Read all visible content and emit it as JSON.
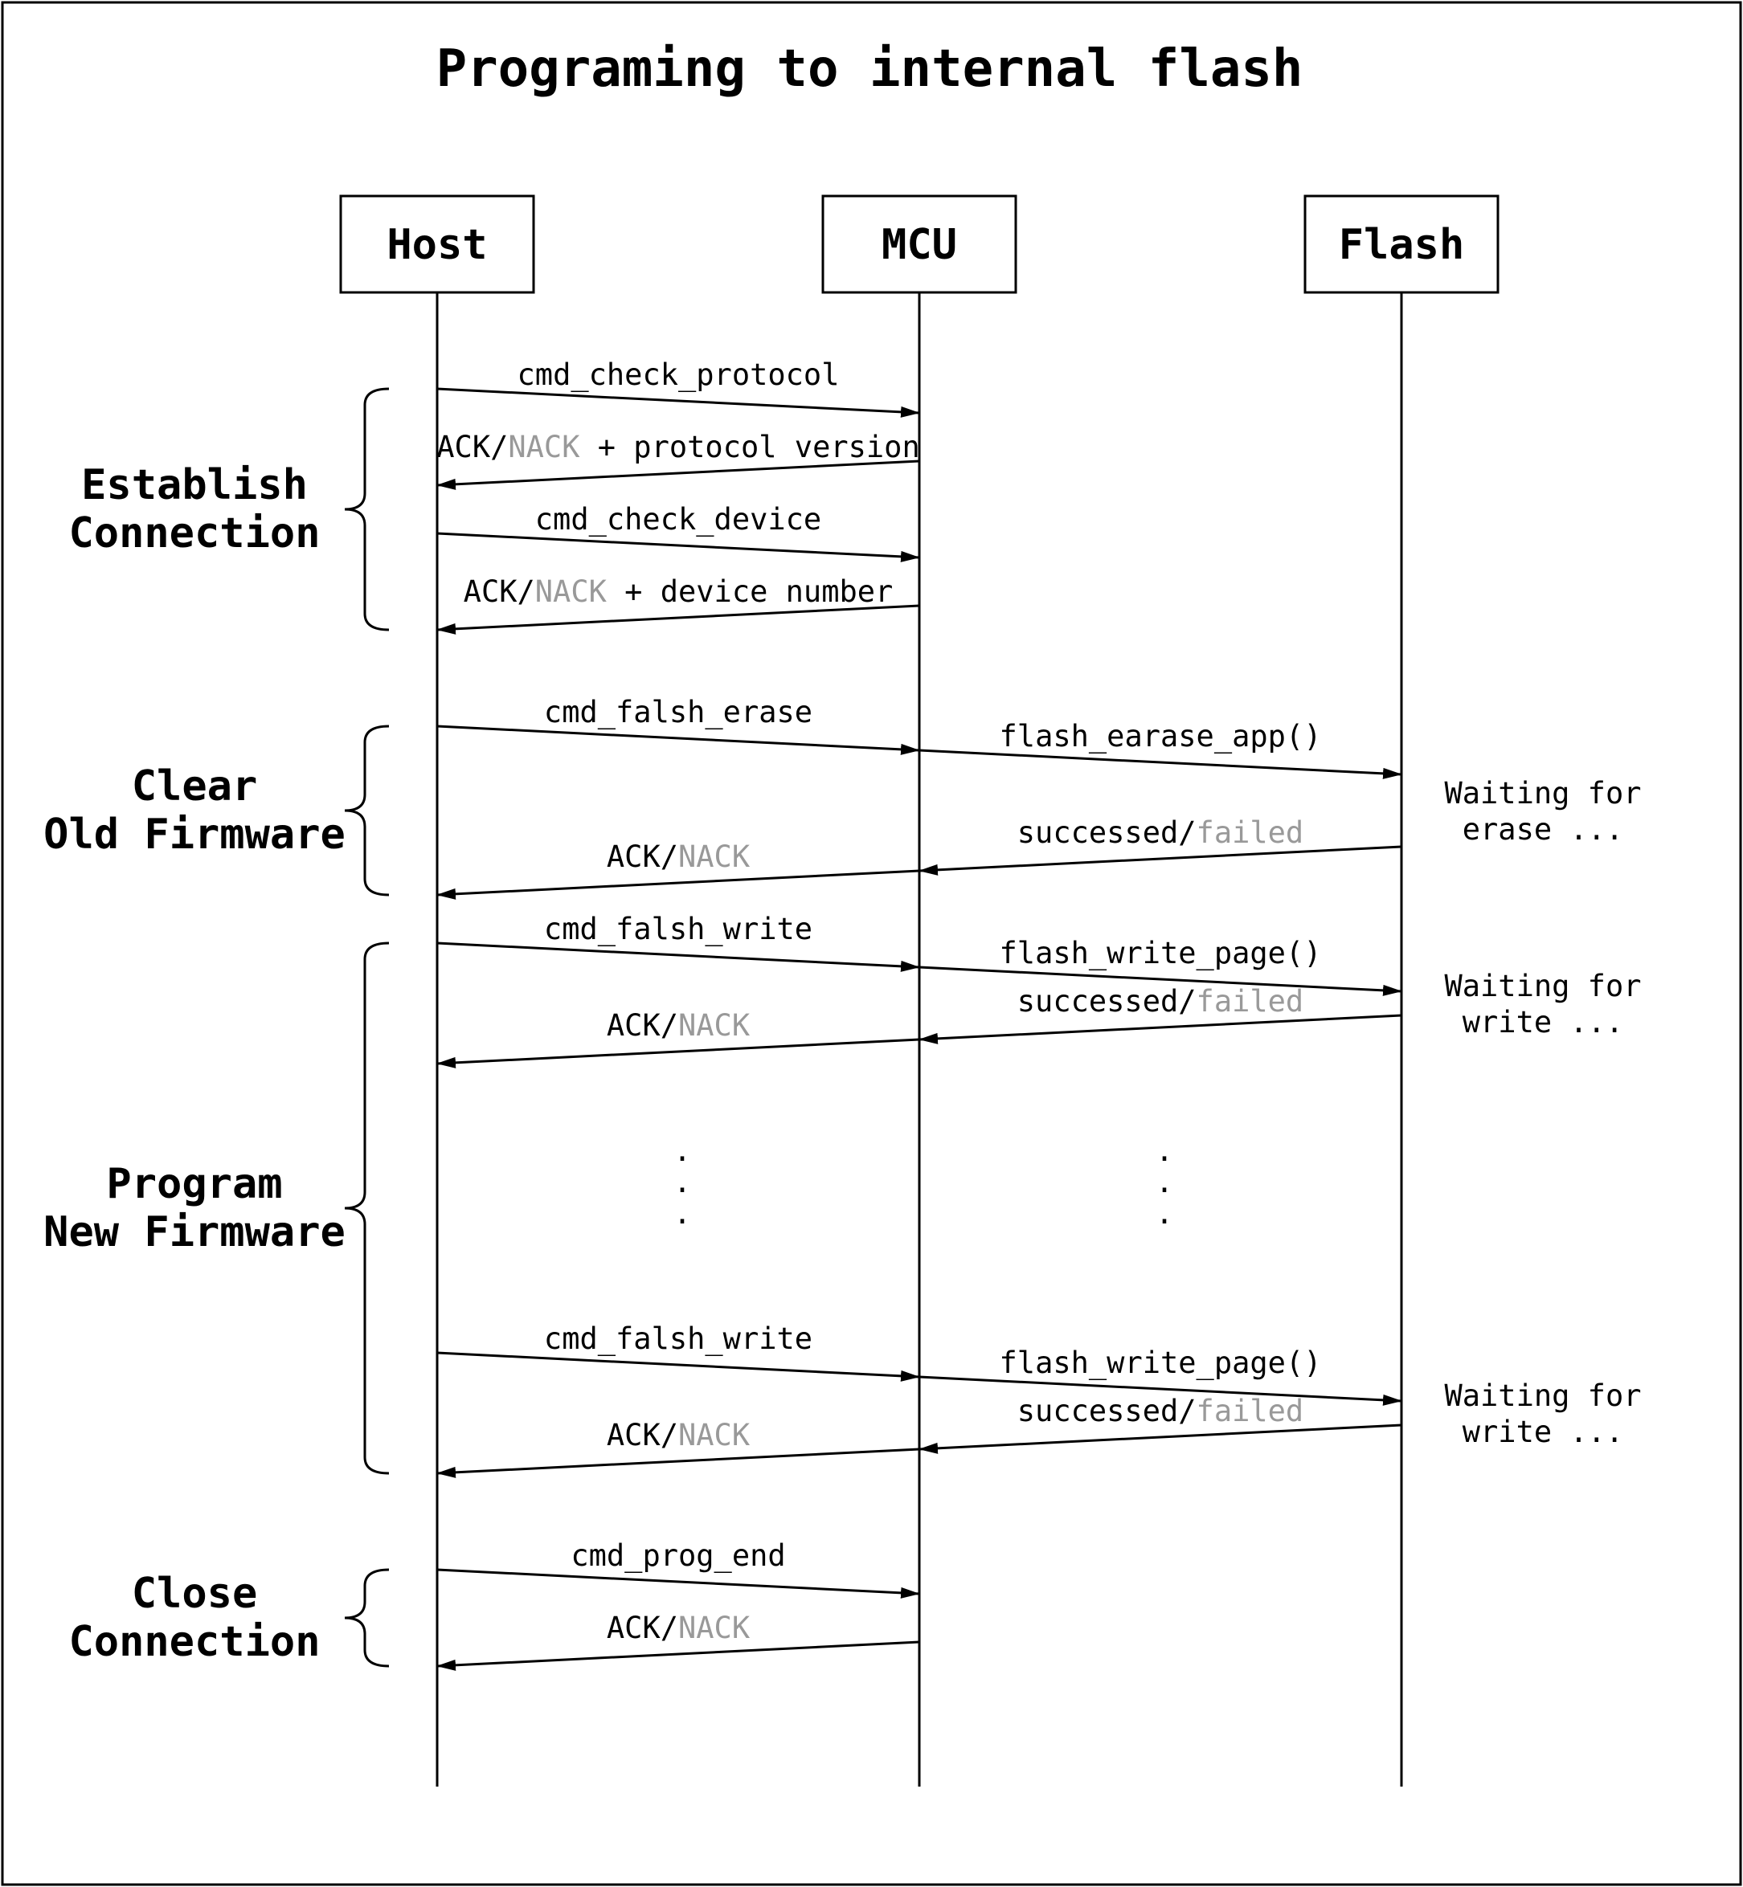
{
  "title": "Programing to internal flash",
  "actors": [
    {
      "id": "host",
      "label": "Host"
    },
    {
      "id": "mcu",
      "label": "MCU"
    },
    {
      "id": "flash",
      "label": "Flash"
    }
  ],
  "phases": [
    {
      "id": "establish",
      "lines": [
        "Establish",
        "Connection"
      ]
    },
    {
      "id": "clear",
      "lines": [
        "Clear",
        "Old Firmware"
      ]
    },
    {
      "id": "program",
      "lines": [
        "Program",
        "New Firmware"
      ]
    },
    {
      "id": "close",
      "lines": [
        "Close",
        "Connection"
      ]
    }
  ],
  "messages": [
    {
      "from": "host",
      "to": "mcu",
      "parts": [
        {
          "text": "cmd_check_protocol"
        }
      ]
    },
    {
      "from": "mcu",
      "to": "host",
      "parts": [
        {
          "text": "ACK/"
        },
        {
          "text": "NACK",
          "muted": true
        },
        {
          "text": " + protocol version"
        }
      ]
    },
    {
      "from": "host",
      "to": "mcu",
      "parts": [
        {
          "text": "cmd_check_device"
        }
      ]
    },
    {
      "from": "mcu",
      "to": "host",
      "parts": [
        {
          "text": "ACK/"
        },
        {
          "text": "NACK",
          "muted": true
        },
        {
          "text": " + device number"
        }
      ]
    },
    {
      "from": "host",
      "to": "mcu",
      "parts": [
        {
          "text": "cmd_falsh_erase"
        }
      ]
    },
    {
      "from": "mcu",
      "to": "flash",
      "parts": [
        {
          "text": "flash_earase_app()"
        }
      ]
    },
    {
      "from": "flash",
      "to": "mcu",
      "parts": [
        {
          "text": "successed/"
        },
        {
          "text": "failed",
          "muted": true
        }
      ]
    },
    {
      "from": "mcu",
      "to": "host",
      "parts": [
        {
          "text": "ACK/"
        },
        {
          "text": "NACK",
          "muted": true
        }
      ]
    },
    {
      "from": "host",
      "to": "mcu",
      "parts": [
        {
          "text": "cmd_falsh_write"
        }
      ]
    },
    {
      "from": "mcu",
      "to": "flash",
      "parts": [
        {
          "text": "flash_write_page()"
        }
      ]
    },
    {
      "from": "flash",
      "to": "mcu",
      "parts": [
        {
          "text": "successed/"
        },
        {
          "text": "failed",
          "muted": true
        }
      ]
    },
    {
      "from": "mcu",
      "to": "host",
      "parts": [
        {
          "text": "ACK/"
        },
        {
          "text": "NACK",
          "muted": true
        }
      ]
    },
    {
      "from": "host",
      "to": "mcu",
      "parts": [
        {
          "text": "cmd_falsh_write"
        }
      ]
    },
    {
      "from": "mcu",
      "to": "flash",
      "parts": [
        {
          "text": "flash_write_page()"
        }
      ]
    },
    {
      "from": "flash",
      "to": "mcu",
      "parts": [
        {
          "text": "successed/"
        },
        {
          "text": "failed",
          "muted": true
        }
      ]
    },
    {
      "from": "mcu",
      "to": "host",
      "parts": [
        {
          "text": "ACK/"
        },
        {
          "text": "NACK",
          "muted": true
        }
      ]
    },
    {
      "from": "host",
      "to": "mcu",
      "parts": [
        {
          "text": "cmd_prog_end"
        }
      ]
    },
    {
      "from": "mcu",
      "to": "host",
      "parts": [
        {
          "text": "ACK/"
        },
        {
          "text": "NACK",
          "muted": true
        }
      ]
    }
  ],
  "notes": [
    {
      "lines": [
        "Waiting for",
        "erase ..."
      ]
    },
    {
      "lines": [
        "Waiting for",
        "write ..."
      ]
    },
    {
      "lines": [
        "Waiting for",
        "write ..."
      ]
    }
  ],
  "ellipsis": ".",
  "colors": {
    "line": "#000000",
    "muted_text": "#999999",
    "background": "#ffffff"
  }
}
